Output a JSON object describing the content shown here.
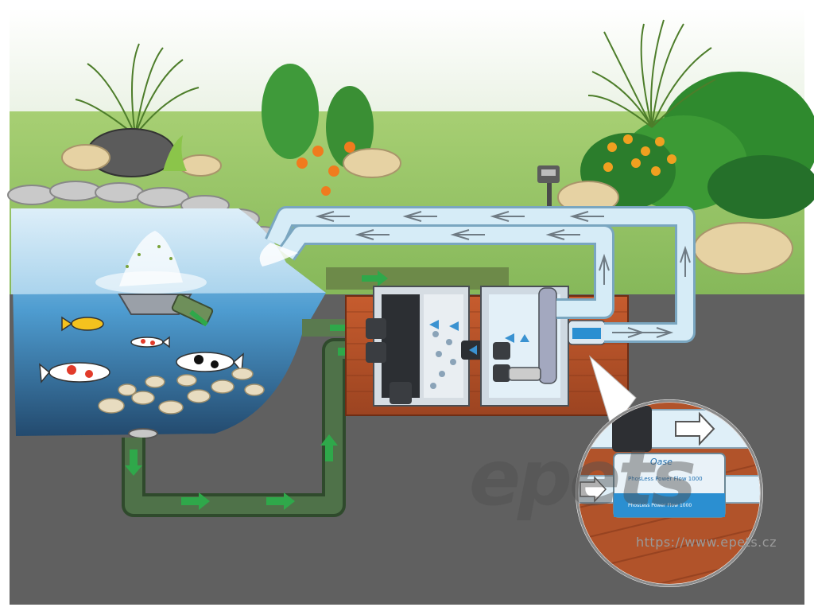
{
  "watermark": {
    "brand": "epets",
    "url": "https://www.epets.cz"
  },
  "zoom_inset": {
    "device_brand": "Oase",
    "device_label_top": "PhosLess Power Flow 1000",
    "device_label_bottom": "PhosLess Power Flow 1000"
  },
  "colors": {
    "sky": "#f2f6ee",
    "lawn": "#9fc86a",
    "ground": "#5f5f5f",
    "water": "#6fb3dc",
    "return_pipe": "#bfe1f2",
    "suction_pipe": "#3e5a3a",
    "deck": "#b4502a"
  }
}
